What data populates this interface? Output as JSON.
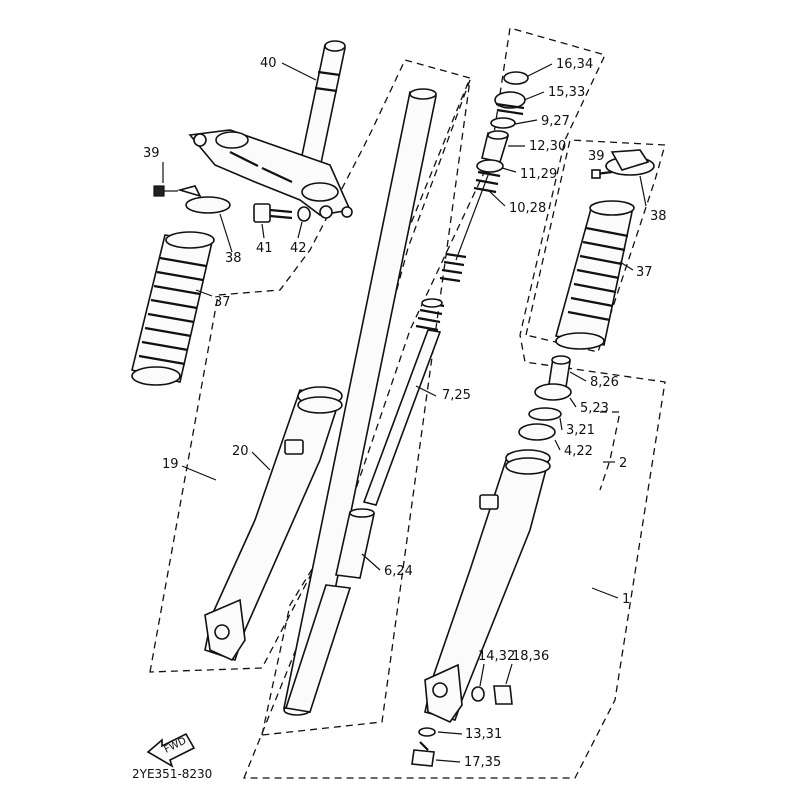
{
  "labels": {
    "l40": "40",
    "l39a": "39",
    "l38a": "38",
    "l41": "41",
    "l42": "42",
    "l37a": "37",
    "l19": "19",
    "l20": "20",
    "l16_34": "16,34",
    "l15_33": "15,33",
    "l9_27": "9,27",
    "l12_30": "12,30",
    "l11_29": "11,29",
    "l10_28": "10,28",
    "l39b": "39",
    "l38b": "38",
    "l37b": "37",
    "l7_25": "7,25",
    "l8_26": "8,26",
    "l5_23": "5,23",
    "l3_21": "3,21",
    "l4_22": "4,22",
    "l2": "2",
    "l6_24": "6,24",
    "l1": "1",
    "l14_32": "14,32",
    "l18_36": "18,36",
    "l13_31": "13,31",
    "l17_35": "17,35"
  },
  "fwd_label": "FWD",
  "drawing_code": "2YE351-8230"
}
